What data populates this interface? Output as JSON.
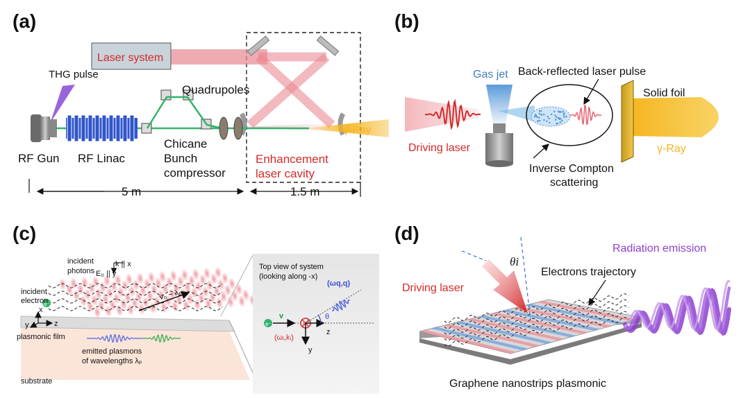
{
  "panels": {
    "a": {
      "letter": "(a)",
      "labels": {
        "laser_system": "Laser system",
        "thg_pulse": "THG pulse",
        "quadrupoles": "Quadrupoles",
        "rf_gun": "RF Gun",
        "rf_linac": "RF Linac",
        "chicane": "Chicane",
        "bunch_compressor": "Bunch",
        "compressor": "compressor",
        "enhancement": "Enhancement",
        "laser_cavity": "laser cavity",
        "gamma_ray": "γ-Ray",
        "dist_5m": "5 m",
        "dist_1_5m": "1.5 m"
      }
    },
    "b": {
      "letter": "(b)",
      "labels": {
        "back_reflected": "Back-reflected laser pulse",
        "gas_jet": "Gas jet",
        "solid_foil": "Solid foil",
        "driving_laser": "Driving laser",
        "gamma_ray": "γ-Ray",
        "inverse_compton": "Inverse Compton",
        "scattering": "scattering"
      }
    },
    "c": {
      "letter": "(c)",
      "labels": {
        "incident": "incident",
        "photons": "photons",
        "k_par_x": "k || x",
        "e0_par_y": "E₀ || y",
        "incident2": "incident",
        "electron": "electron",
        "axis_x": "x",
        "axis_y": "y",
        "axis_z": "z",
        "v0_lp": "v₀ ~ λₚ",
        "plasmonic_film": "plasmonic film",
        "emitted_plasmons": "emitted plasmons",
        "of_wavelengths": "of wavelengths λₚ",
        "substrate": "substrate",
        "top_view": "Top view of system",
        "looking_along": "(looking along -x)",
        "omega_q": "(ωq,q)",
        "electron_symbol": "e⁻",
        "velocity": "v",
        "theta": "θ",
        "omega_i": "(ωᵢ,kᵢ)",
        "z": "z",
        "y": "y"
      }
    },
    "d": {
      "letter": "(d)",
      "labels": {
        "radiation_emission": "Radiation emission",
        "theta_i": "θi",
        "electrons_trajectory": "Electrons trajectory",
        "driving_laser": "Driving laser",
        "graphene": "Graphene nanostrips plasmonic"
      }
    }
  },
  "colors": {
    "laser_red": "#d22a2a",
    "beam_pink": "#e98a93",
    "gamma_yellow": "#f5b41e",
    "gas_blue": "#3f7fc0",
    "purple": "#8e3fcf",
    "electron_green": "#33b36b",
    "linac_blue": "#2f55c9"
  }
}
